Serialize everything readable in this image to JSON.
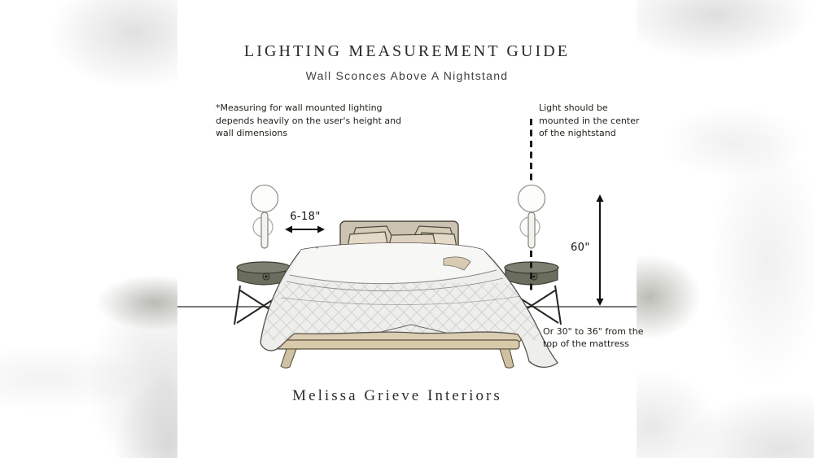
{
  "header": {
    "title": "LIGHTING MEASUREMENT GUIDE",
    "subtitle": "Wall Sconces Above A Nightstand"
  },
  "notes": {
    "measuring": "*Measuring for wall mounted lighting\ndepends heavily on the user's height and\nwall dimensions",
    "center_mount": "Light should be\nmounted in the center\nof the nightstand",
    "mattress_offset": "Or  30\" to 36\" from the\ntop of the mattress"
  },
  "measurements": {
    "sconce_to_bed_range": "6-18\"",
    "floor_to_sconce_height": "60\""
  },
  "footer": {
    "brand": "Melissa Grieve Interiors"
  },
  "colors": {
    "ink": "#1e1e1e",
    "headboard_beige": "#cdc3b2",
    "pillow_beige": "#d6cbb6",
    "duvet_gray": "#eeeeec",
    "nightstand_olive": "#6e7162",
    "wood_tan": "#d7c8a9"
  },
  "illustration": {
    "parts": [
      "wall-sconce-left",
      "wall-sconce-right",
      "nightstand-left",
      "nightstand-right",
      "bed",
      "mattress-top-line",
      "sconce-center-dashed-line",
      "sconce-distance-arrow",
      "sconce-height-arrow"
    ]
  }
}
